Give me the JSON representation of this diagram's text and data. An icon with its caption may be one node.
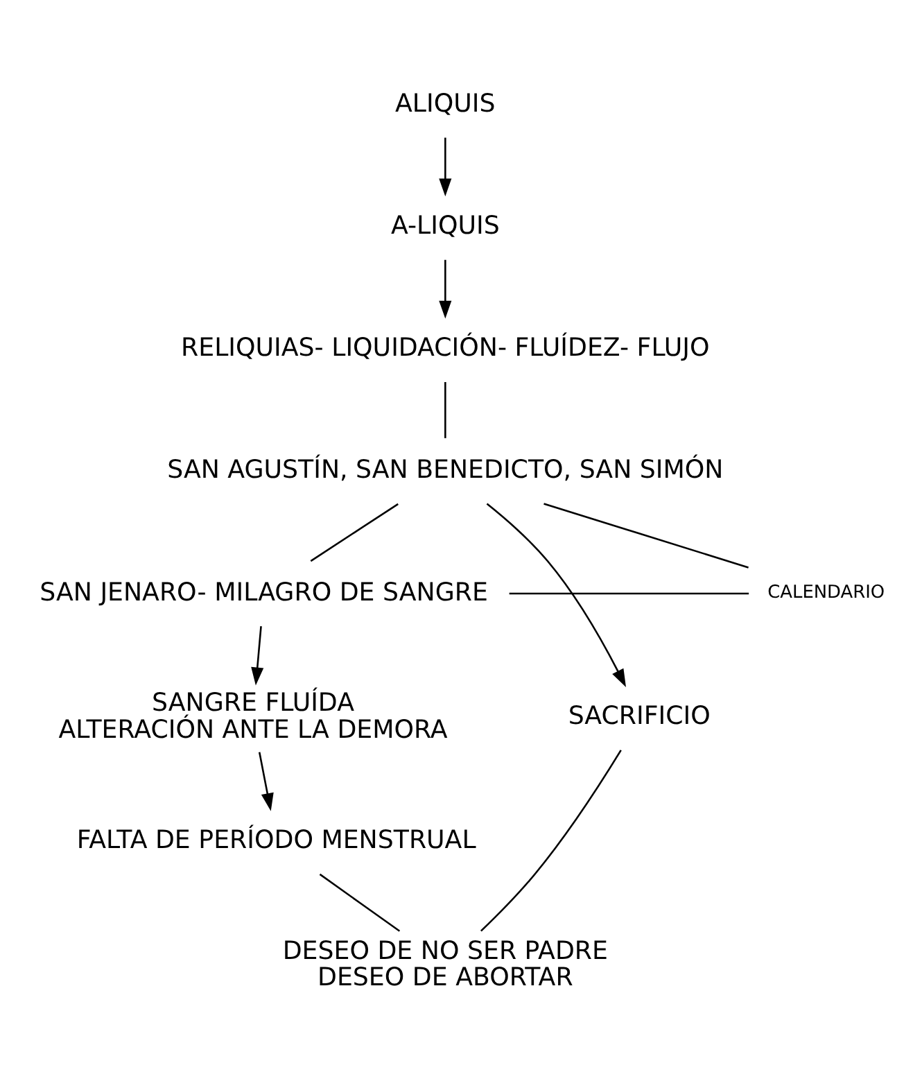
{
  "diagram": {
    "nodes": [
      {
        "text": [
          "ALIQUIS"
        ]
      },
      {
        "text": [
          "A-LIQUIS"
        ]
      },
      {
        "text": [
          "RELIQUIAS- LIQUIDACIÓN- FLUÍDEZ- FLUJO"
        ]
      },
      {
        "text": [
          "SAN AGUSTÍN, SAN BENEDICTO, SAN SIMÓN"
        ]
      },
      {
        "text": [
          "CALENDARIO"
        ]
      },
      {
        "text": [
          "SAN JENARO- MILAGRO DE SANGRE"
        ]
      },
      {
        "text": [
          "SANGRE FLUÍDA",
          "ALTERACIÓN ANTE LA DEMORA"
        ]
      },
      {
        "text": [
          "FALTA DE PERÍODO MENSTRUAL"
        ]
      },
      {
        "text": [
          "SACRIFICIO"
        ]
      },
      {
        "text": [
          "DESEO DE NO SER PADRE",
          "DESEO DE ABORTAR"
        ]
      }
    ],
    "edges": [
      {
        "from": 0,
        "to": 1,
        "arrow": "to"
      },
      {
        "from": 1,
        "to": 2,
        "arrow": "to"
      },
      {
        "from": 2,
        "to": 3,
        "arrow": "none"
      },
      {
        "from": 4,
        "to": 3,
        "arrow": "none"
      },
      {
        "from": 4,
        "to": 5,
        "arrow": "none"
      },
      {
        "from": 3,
        "to": 5,
        "arrow": "none"
      },
      {
        "from": 3,
        "to": 8,
        "arrow": "to"
      },
      {
        "from": 5,
        "to": 6,
        "arrow": "to"
      },
      {
        "from": 6,
        "to": 7,
        "arrow": "to"
      },
      {
        "from": 7,
        "to": 9,
        "arrow": "none"
      },
      {
        "from": 8,
        "to": 9,
        "arrow": "none"
      }
    ]
  }
}
